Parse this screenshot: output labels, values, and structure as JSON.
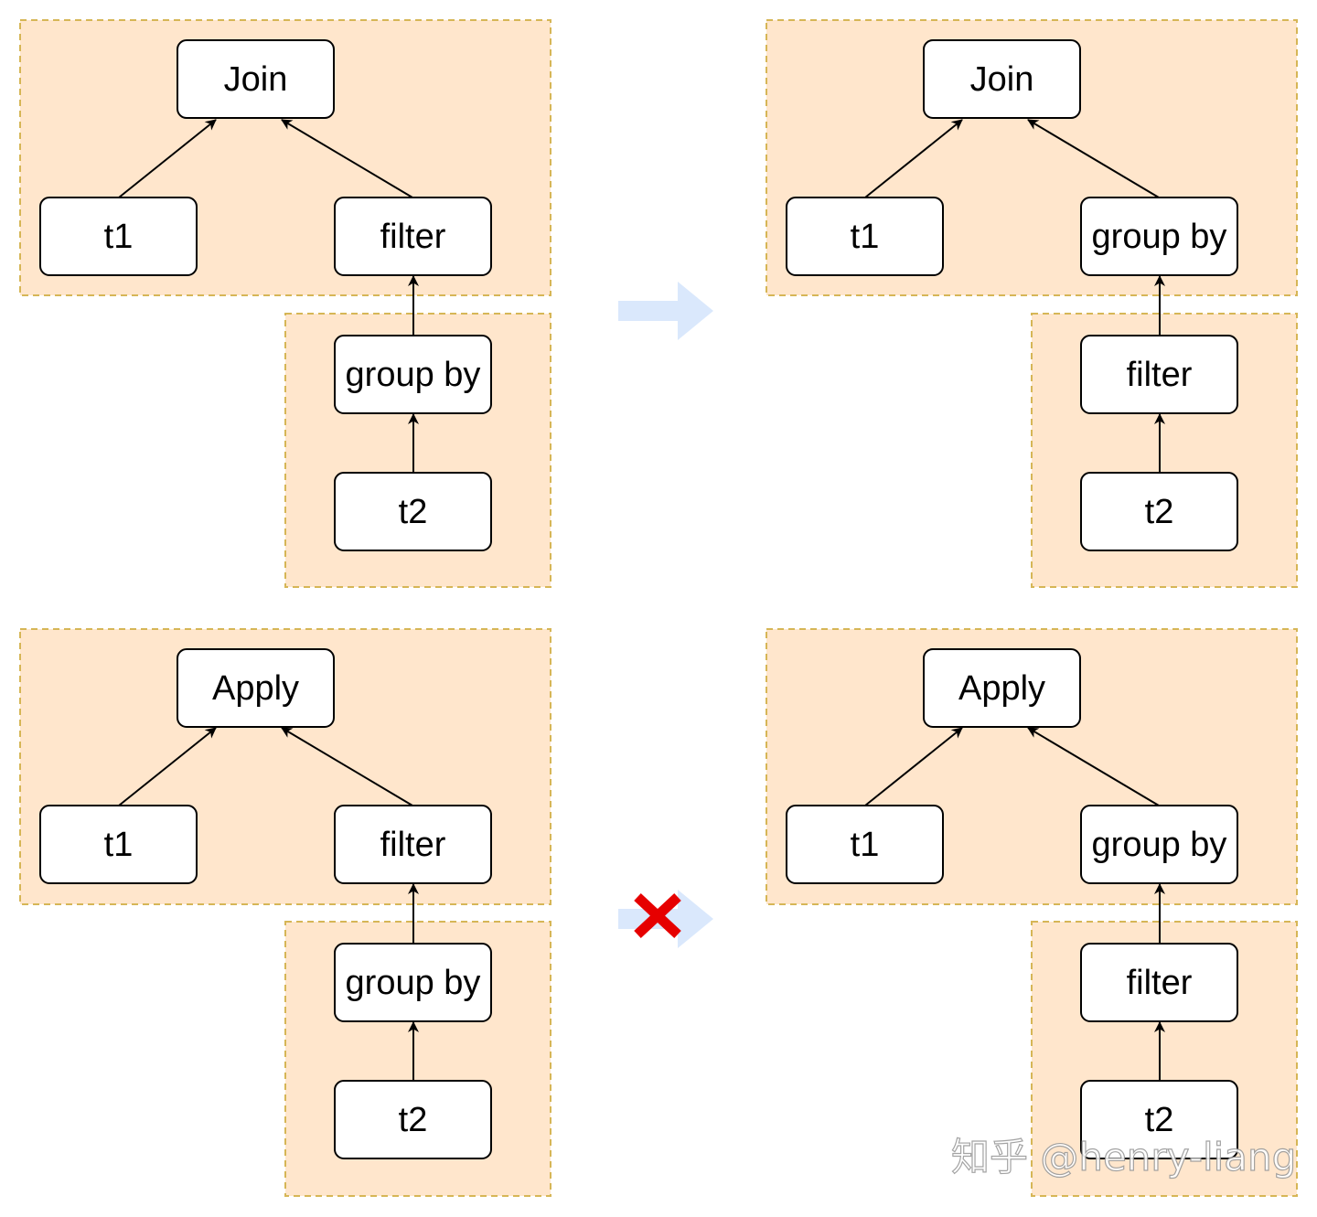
{
  "diagrams": [
    {
      "id": "join-before",
      "nodes": [
        {
          "id": "join",
          "label": "Join"
        },
        {
          "id": "t1",
          "label": "t1"
        },
        {
          "id": "filter",
          "label": "filter"
        },
        {
          "id": "groupby",
          "label": "group by"
        },
        {
          "id": "t2",
          "label": "t2"
        }
      ],
      "edges": [
        [
          "t1",
          "join"
        ],
        [
          "filter",
          "join"
        ],
        [
          "groupby",
          "filter"
        ],
        [
          "t2",
          "groupby"
        ]
      ]
    },
    {
      "id": "join-after",
      "nodes": [
        {
          "id": "join",
          "label": "Join"
        },
        {
          "id": "t1",
          "label": "t1"
        },
        {
          "id": "groupby",
          "label": "group by"
        },
        {
          "id": "filter",
          "label": "filter"
        },
        {
          "id": "t2",
          "label": "t2"
        }
      ],
      "edges": [
        [
          "t1",
          "join"
        ],
        [
          "groupby",
          "join"
        ],
        [
          "filter",
          "groupby"
        ],
        [
          "t2",
          "filter"
        ]
      ]
    },
    {
      "id": "apply-before",
      "nodes": [
        {
          "id": "apply",
          "label": "Apply"
        },
        {
          "id": "t1",
          "label": "t1"
        },
        {
          "id": "filter",
          "label": "filter"
        },
        {
          "id": "groupby",
          "label": "group by"
        },
        {
          "id": "t2",
          "label": "t2"
        }
      ],
      "edges": [
        [
          "t1",
          "apply"
        ],
        [
          "filter",
          "apply"
        ],
        [
          "groupby",
          "filter"
        ],
        [
          "t2",
          "groupby"
        ]
      ]
    },
    {
      "id": "apply-after",
      "nodes": [
        {
          "id": "apply",
          "label": "Apply"
        },
        {
          "id": "t1",
          "label": "t1"
        },
        {
          "id": "groupby",
          "label": "group by"
        },
        {
          "id": "filter",
          "label": "filter"
        },
        {
          "id": "t2",
          "label": "t2"
        }
      ],
      "edges": [
        [
          "t1",
          "apply"
        ],
        [
          "groupby",
          "apply"
        ],
        [
          "filter",
          "groupby"
        ],
        [
          "t2",
          "filter"
        ]
      ]
    }
  ],
  "transforms": [
    {
      "id": "join-transform",
      "allowed": true
    },
    {
      "id": "apply-transform",
      "allowed": false
    }
  ],
  "colors": {
    "region_fill": "#ffe6cc",
    "region_border": "#d6b656",
    "transform_arrow": "#dae8fc",
    "cross_mark": "#e60000"
  },
  "icons": {
    "transform": "right-arrow-icon",
    "not_allowed": "cross-icon"
  },
  "watermark": "知乎 @henry-liang"
}
